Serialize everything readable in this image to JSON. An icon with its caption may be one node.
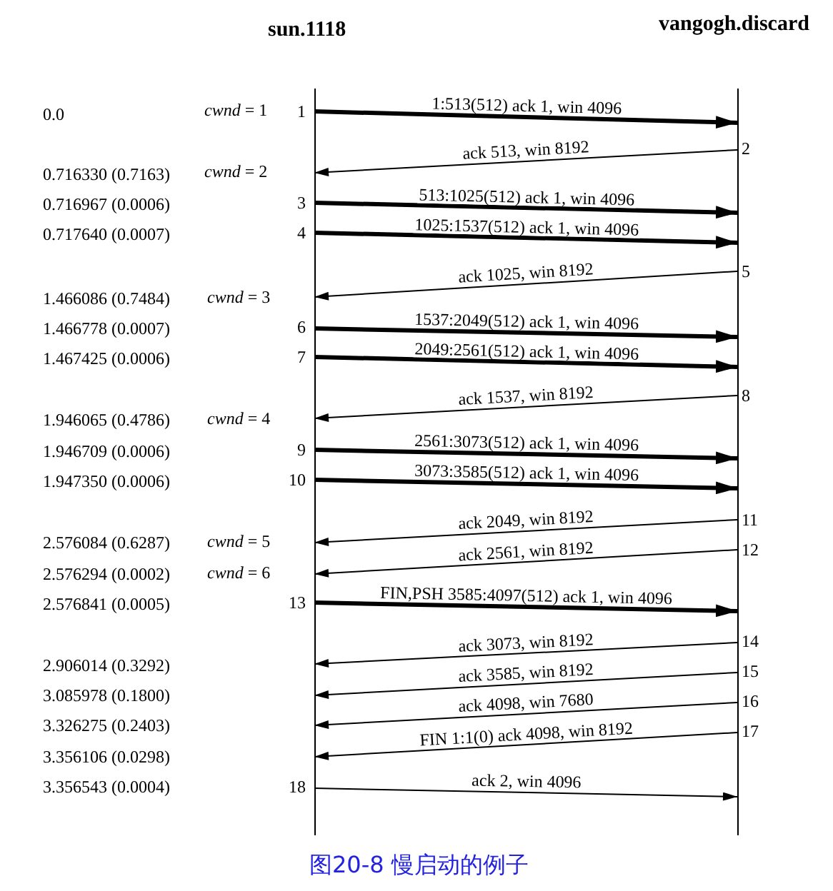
{
  "diagram": {
    "caption": "图20-8 慢启动的例子",
    "nodes": [
      {
        "text": [
          "sun.1118"
        ]
      },
      {
        "text": [
          "vangogh.discard"
        ]
      }
    ],
    "edges": [
      {
        "from": 0,
        "to": 1,
        "arrow": "to",
        "label": "1:513(512) ack 1, win 4096",
        "style": "thick"
      },
      {
        "from": 1,
        "to": 0,
        "arrow": "to",
        "label": "ack 513, win 8192"
      },
      {
        "from": 0,
        "to": 1,
        "arrow": "to",
        "label": "513:1025(512) ack 1, win 4096",
        "style": "thick"
      },
      {
        "from": 0,
        "to": 1,
        "arrow": "to",
        "label": "1025:1537(512) ack 1, win 4096",
        "style": "thick"
      },
      {
        "from": 1,
        "to": 0,
        "arrow": "to",
        "label": "ack 1025, win 8192"
      },
      {
        "from": 0,
        "to": 1,
        "arrow": "to",
        "label": "1537:2049(512) ack 1, win 4096",
        "style": "thick"
      },
      {
        "from": 0,
        "to": 1,
        "arrow": "to",
        "label": "2049:2561(512) ack 1, win 4096",
        "style": "thick"
      },
      {
        "from": 1,
        "to": 0,
        "arrow": "to",
        "label": "ack 1537, win 8192"
      },
      {
        "from": 0,
        "to": 1,
        "arrow": "to",
        "label": "2561:3073(512) ack 1, win 4096",
        "style": "thick"
      },
      {
        "from": 0,
        "to": 1,
        "arrow": "to",
        "label": "3073:3585(512) ack 1, win 4096",
        "style": "thick"
      },
      {
        "from": 1,
        "to": 0,
        "arrow": "to",
        "label": "ack 2049, win 8192"
      },
      {
        "from": 1,
        "to": 0,
        "arrow": "to",
        "label": "ack 2561, win 8192"
      },
      {
        "from": 0,
        "to": 1,
        "arrow": "to",
        "label": "FIN,PSH 3585:4097(512) ack 1, win 4096",
        "style": "thick"
      },
      {
        "from": 1,
        "to": 0,
        "arrow": "to",
        "label": "ack 3073, win 8192"
      },
      {
        "from": 1,
        "to": 0,
        "arrow": "to",
        "label": "ack 3585, win 8192"
      },
      {
        "from": 1,
        "to": 0,
        "arrow": "to",
        "label": "ack 4098, win 7680"
      },
      {
        "from": 1,
        "to": 0,
        "arrow": "to",
        "label": "FIN 1:1(0) ack 4098, win 8192"
      },
      {
        "from": 0,
        "to": 1,
        "arrow": "to",
        "label": "ack 2, win 4096"
      }
    ],
    "labels": [
      "0.0",
      "*cwnd* = 1",
      "1",
      "2",
      "0.716330 (0.7163)",
      "*cwnd* = 2",
      "0.716967 (0.0006)",
      "3",
      "0.717640 (0.0007)",
      "4",
      "5",
      "1.466086 (0.7484)",
      "*cwnd* = 3",
      "1.466778 (0.0007)",
      "6",
      "1.467425 (0.0006)",
      "7",
      "8",
      "1.946065 (0.4786)",
      "*cwnd* = 4",
      "1.946709 (0.0006)",
      "9",
      "1.947350 (0.0006)",
      "10",
      "11",
      "2.576084 (0.6287)",
      "*cwnd* = 5",
      "12",
      "2.576294 (0.0002)",
      "*cwnd* = 6",
      "2.576841 (0.0005)",
      "13",
      "14",
      "2.906014 (0.3292)",
      "15",
      "3.085978 (0.1800)",
      "16",
      "3.326275 (0.2403)",
      "17",
      "3.356106 (0.0298)",
      "3.356543 (0.0004)",
      "18"
    ]
  }
}
